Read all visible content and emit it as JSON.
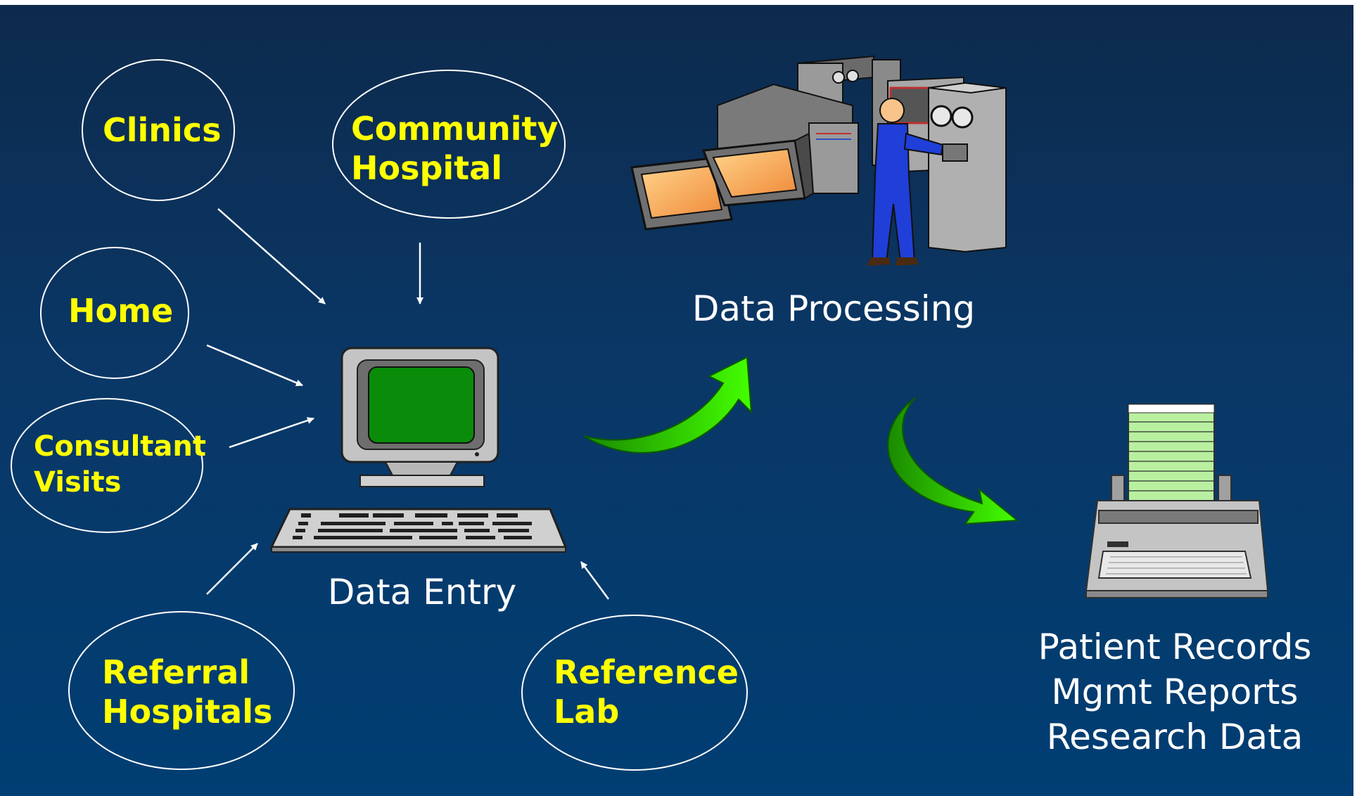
{
  "sources": {
    "clinics": [
      "Clinics"
    ],
    "community_hospital": [
      "Community",
      "Hospital"
    ],
    "home": [
      "Home"
    ],
    "consultant_visits": [
      "Consultant",
      "Visits"
    ],
    "referral_hospitals": [
      "Referral",
      "Hospitals"
    ],
    "reference_lab": [
      "Reference",
      "Lab"
    ]
  },
  "stages": {
    "data_entry": "Data Entry",
    "data_processing": "Data Processing",
    "outputs": [
      "Patient Records",
      "Mgmt Reports",
      "Research Data"
    ]
  },
  "colors": {
    "background_top": "#0d2a4c",
    "background_bottom": "#003e73",
    "node_text": "#ffff00",
    "caption_text": "#ffffff",
    "flow_arrow": "#33ff00"
  },
  "icons": {
    "data_entry": "computer-terminal-icon",
    "data_processing": "mainframe-operator-icon",
    "outputs": "printer-icon"
  }
}
